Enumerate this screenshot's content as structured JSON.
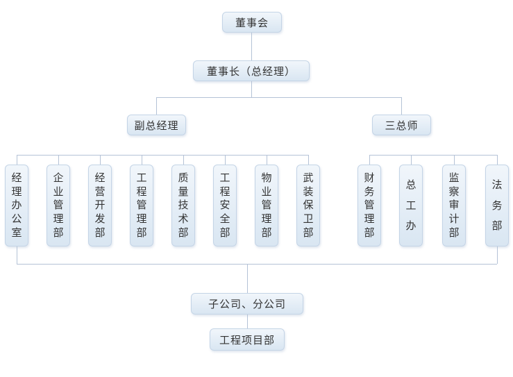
{
  "colors": {
    "node_fill_top": "#f1f6fb",
    "node_fill_bottom": "#d9e6f2",
    "node_border": "#c4d4e6",
    "connector_line": "#b4c2d6",
    "text": "#333333"
  },
  "chart": {
    "type": "org-chart",
    "nodes": {
      "board": "董事会",
      "chairman": "董事长（总经理）",
      "deputy_gm": "副总经理",
      "chief_engineers": "三总师",
      "subsidiaries": "子公司、分公司",
      "project_dept": "工程项目部"
    },
    "branches": [
      {
        "parent": "副总经理",
        "departments": [
          "经理办公室",
          "企业管理部",
          "经营开发部",
          "工程管理部",
          "质量技术部",
          "工程安全部",
          "物业管理部",
          "武装保卫部"
        ]
      },
      {
        "parent": "三总师",
        "departments": [
          "财务管理部",
          "总工办",
          "监察审计部",
          "法务部"
        ]
      }
    ]
  }
}
